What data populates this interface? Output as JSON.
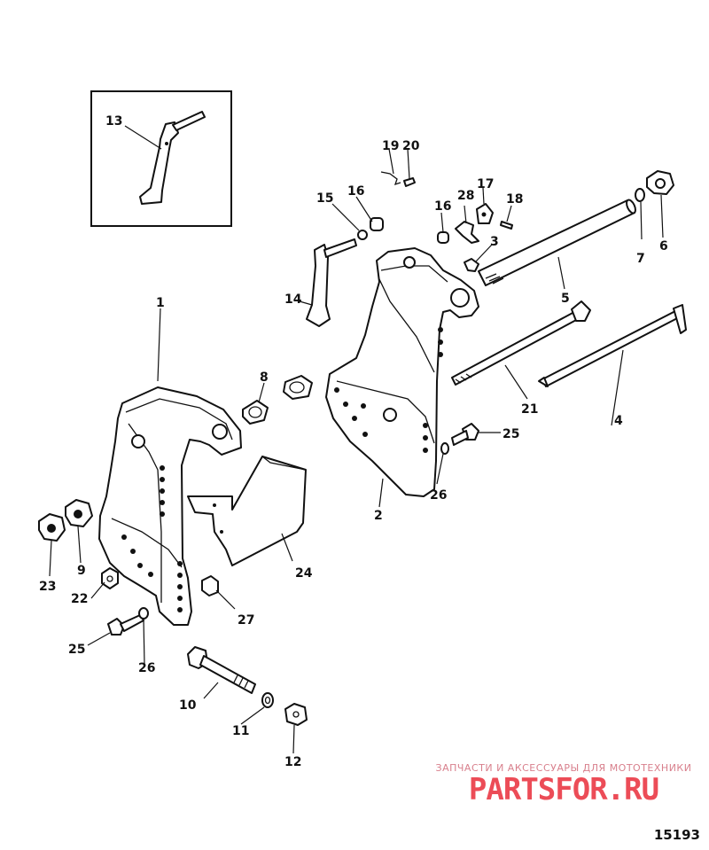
{
  "callouts": {
    "c1": "1",
    "c2": "2",
    "c3": "3",
    "c4": "4",
    "c5": "5",
    "c6": "6",
    "c7": "7",
    "c8": "8",
    "c9": "9",
    "c10": "10",
    "c11": "11",
    "c12": "12",
    "c13": "13",
    "c14": "14",
    "c15": "15",
    "c16a": "16",
    "c16b": "16",
    "c17": "17",
    "c18": "18",
    "c19": "19",
    "c20": "20",
    "c21": "21",
    "c22": "22",
    "c23": "23",
    "c24": "24",
    "c25a": "25",
    "c25b": "25",
    "c26a": "26",
    "c26b": "26",
    "c27": "27",
    "c28": "28"
  },
  "watermark": {
    "line1": "ЗАПЧАСТИ И АКСЕССУАРЫ ДЛЯ МОТОТЕХНИКИ",
    "line2": "PARTSFOR.RU"
  },
  "figure_number": "15193"
}
